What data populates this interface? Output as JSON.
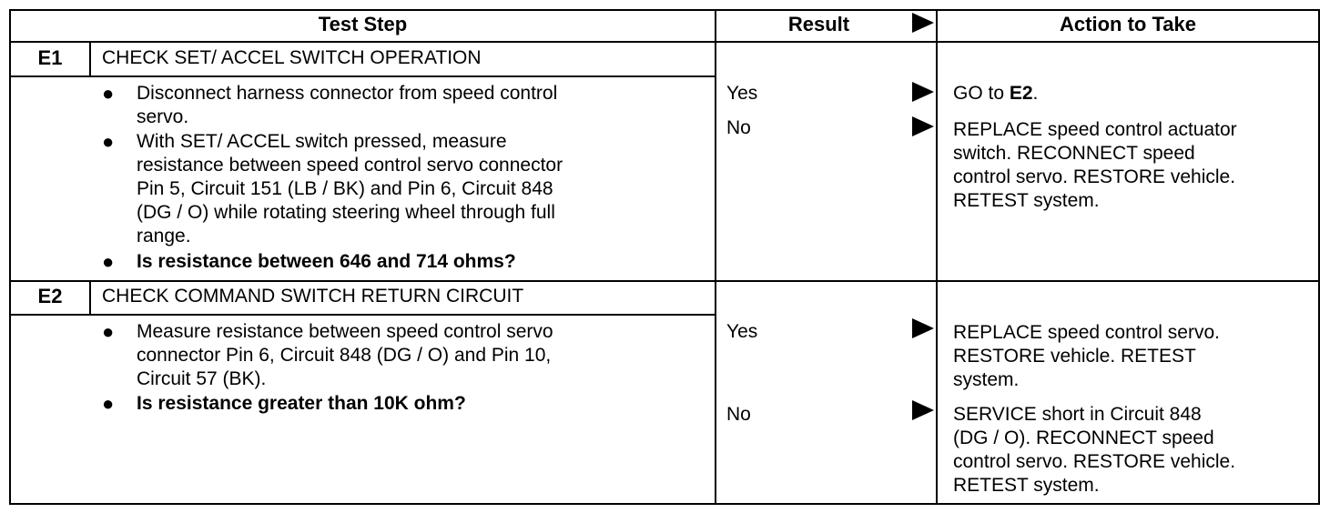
{
  "header": {
    "test_step": "Test Step",
    "result": "Result",
    "action": "Action to Take"
  },
  "steps": [
    {
      "id": "E1",
      "title": "CHECK SET/ ACCEL SWITCH OPERATION",
      "bullets": [
        "Disconnect harness connector from speed control\nservo.",
        "With SET/ ACCEL switch pressed, measure\nresistance between speed control servo connector\nPin 5, Circuit 151 (LB / BK) and Pin 6, Circuit 848\n(DG / O) while rotating steering wheel through full\nrange.",
        "Is resistance between 646 and 714 ohms?"
      ],
      "results": [
        {
          "result": "Yes",
          "action_prefix": "GO to ",
          "action_bold": "E2",
          "action_suffix": "."
        },
        {
          "result": "No",
          "action_prefix": "REPLACE speed control actuator\nswitch. RECONNECT speed\ncontrol servo. RESTORE vehicle.\nRETEST system.",
          "action_bold": "",
          "action_suffix": ""
        }
      ]
    },
    {
      "id": "E2",
      "title": "CHECK COMMAND SWITCH RETURN CIRCUIT",
      "bullets": [
        "Measure resistance between speed control servo\nconnector Pin 6, Circuit 848 (DG / O) and Pin 10,\nCircuit 57 (BK).",
        "Is resistance greater than 10K ohm?"
      ],
      "results": [
        {
          "result": "Yes",
          "action_prefix": "REPLACE speed control servo.\nRESTORE vehicle. RETEST\nsystem.",
          "action_bold": "",
          "action_suffix": ""
        },
        {
          "result": "No",
          "action_prefix": "SERVICE short in Circuit 848\n(DG / O). RECONNECT speed\ncontrol servo. RESTORE vehicle.\nRETEST system.",
          "action_bold": "",
          "action_suffix": ""
        }
      ]
    }
  ]
}
